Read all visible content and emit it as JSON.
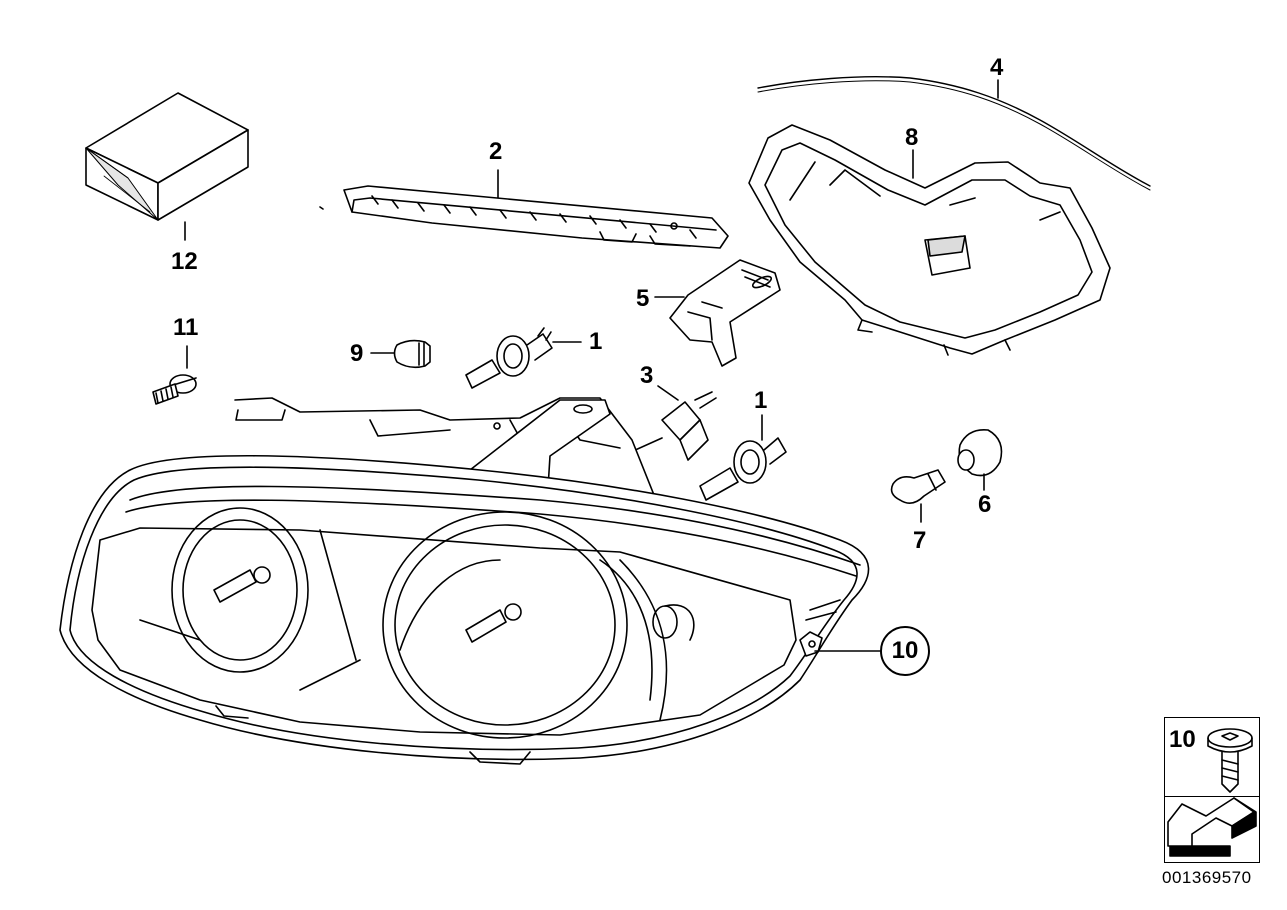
{
  "callouts": {
    "p1a": "1",
    "p1b": "1",
    "p2": "2",
    "p3": "3",
    "p4": "4",
    "p5": "5",
    "p6": "6",
    "p7": "7",
    "p8": "8",
    "p9": "9",
    "p10": "10",
    "p11": "11",
    "p12": "12"
  },
  "inset": {
    "number": "10"
  },
  "diagram_id": "001369570"
}
